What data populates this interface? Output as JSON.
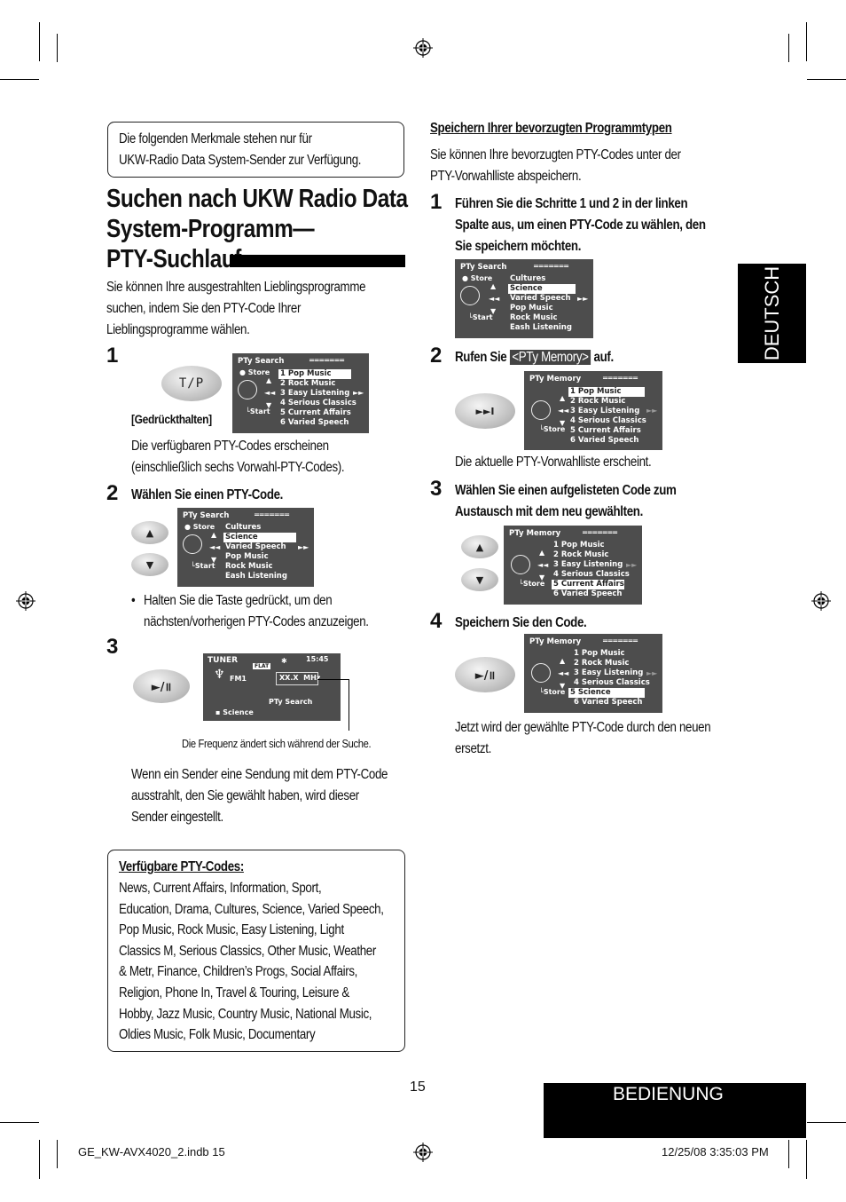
{
  "left": {
    "notice": [
      "Die folgenden Merkmale stehen nur für",
      "UKW-Radio Data System-Sender zur Verfügung."
    ],
    "heading": [
      "Suchen nach UKW Radio Data",
      "System-Programm—",
      "PTY-Suchlauf"
    ],
    "intro": [
      "Sie können Ihre ausgestrahlten Lieblingsprogramme",
      "suchen, indem Sie den PTY-Code Ihrer",
      "Lieblingsprogramme wählen."
    ],
    "step1": {
      "num": "1",
      "button": "T/P",
      "hold": "[Gedrückthalten]",
      "text": [
        "Die verfügbaren PTY-Codes erscheinen",
        "(einschließlich sechs Vorwahl-PTY-Codes)."
      ]
    },
    "step2": {
      "num": "2",
      "title": "Wählen Sie einen PTY-Code.",
      "bullet": [
        "Halten Sie die Taste gedrückt, um den",
        "nächsten/vorherigen PTY-Codes anzuzeigen."
      ]
    },
    "step3": {
      "num": "3",
      "caption": "Die Frequenz ändert sich während der Suche.",
      "text": [
        "Wenn ein Sender eine Sendung mit dem PTY-Code",
        "ausstrahlt, den Sie gewählt haben, wird dieser",
        "Sender eingestellt."
      ]
    },
    "available": {
      "title": "Verfügbare PTY-Codes:",
      "lines": [
        "News, Current Affairs, Information, Sport,",
        "Education, Drama, Cultures, Science, Varied Speech,",
        "Pop Music, Rock Music, Easy Listening, Light",
        "Classics M, Serious Classics, Other Music, Weather",
        "& Metr, Finance, Children’s Progs, Social Affairs,",
        "Religion, Phone In, Travel & Touring, Leisure &",
        "Hobby, Jazz Music, Country Music, National Music,",
        "Oldies Music, Folk Music, Documentary"
      ]
    }
  },
  "right": {
    "heading": "Speichern Ihrer bevorzugten Programmtypen",
    "intro": [
      "Sie können Ihre bevorzugten PTY-Codes unter der",
      "PTY-Vorwahlliste abspeichern."
    ],
    "step1": {
      "num": "1",
      "text": [
        "Führen Sie die Schritte 1 und 2 in der linken",
        "Spalte aus, um einen PTY-Code zu wählen, den",
        "Sie speichern möchten."
      ]
    },
    "step2": {
      "num": "2",
      "pre": "Rufen Sie",
      "hl": "<PTy Memory>",
      "post": "auf.",
      "after": "Die aktuelle PTY-Vorwahlliste erscheint."
    },
    "step3": {
      "num": "3",
      "text": [
        "Wählen Sie einen aufgelisteten Code zum",
        "Austausch mit dem neu gewählten."
      ]
    },
    "step4": {
      "num": "4",
      "title": "Speichern Sie den Code.",
      "after": [
        "Jetzt wird der gewählte PTY-Code durch den neuen",
        "ersetzt."
      ]
    }
  },
  "screens": {
    "search_title": "PTy Search",
    "memory_title": "PTy Memory",
    "store": "Store",
    "start": "Start",
    "dots": "=======",
    "preset_list": [
      "Pop Music",
      "Rock Music",
      "Easy Listening",
      "Serious Classics",
      "Current Affairs",
      "Varied Speech"
    ],
    "preset_nums": [
      "1",
      "2",
      "3",
      "4",
      "5",
      "6"
    ],
    "search_list": [
      "Cultures",
      "Science",
      "Varied Speech",
      "Pop Music",
      "Rock Music",
      "Eash Listening"
    ],
    "memory_list3": [
      "Pop Music",
      "Rock Music",
      "Easy Listening",
      "Serious Classics",
      "Current Affairs",
      "Varied Speech"
    ],
    "memory_list4": [
      "Pop Music",
      "Rock Music",
      "Easy Listening",
      "Serious Classics",
      "Science",
      "Varied Speech"
    ],
    "tuner": {
      "label": "TUNER",
      "flat": "FLAT",
      "time": "15:45",
      "band": "FM1",
      "freq": "XX.X",
      "unit": "MHz",
      "search": "PTy Search",
      "pty": "Science"
    }
  },
  "buttons": {
    "play_pause": "►/॥",
    "skip": "►►I"
  },
  "side_tab": "DEUTSCH",
  "page_number": "15",
  "section": "BEDIENUNG",
  "footer": {
    "file": "GE_KW-AVX4020_2.indb   15",
    "date": "12/25/08   3:35:03 PM"
  }
}
